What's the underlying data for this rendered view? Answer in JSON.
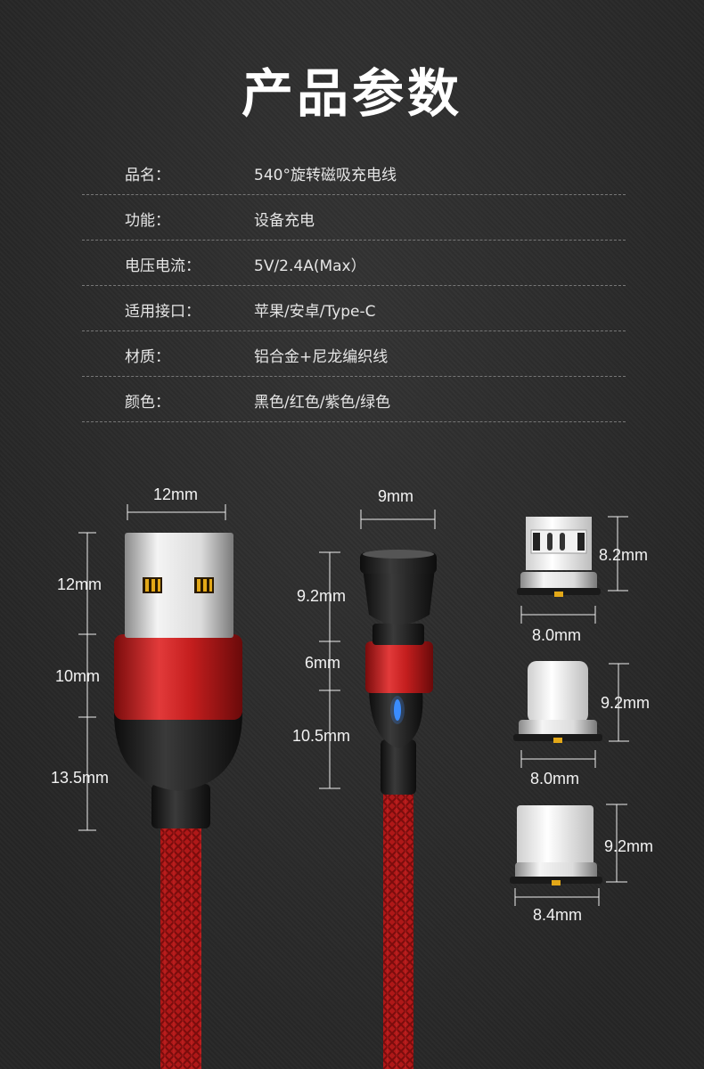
{
  "title": "产品参数",
  "specs": [
    {
      "label": "品名：",
      "value": "540°旋转磁吸充电线"
    },
    {
      "label": "功能：",
      "value": "设备充电"
    },
    {
      "label": "电压电流：",
      "value": "5V/2.4A(Max）"
    },
    {
      "label": "适用接口：",
      "value": "苹果/安卓/Type-C"
    },
    {
      "label": "材质：",
      "value": "铝合金+尼龙编织线"
    },
    {
      "label": "颜色：",
      "value": "黑色/红色/紫色/绿色"
    }
  ],
  "dimensions": {
    "usb_width": "12mm",
    "usb_plug_len": "12mm",
    "usb_ring_len": "10mm",
    "usb_body_len": "13.5mm",
    "mag_width": "9mm",
    "mag_head_len": "9.2mm",
    "mag_ring_len": "6mm",
    "mag_body_len": "10.5mm",
    "micro_height": "8.2mm",
    "micro_width": "8.0mm",
    "lightning_height": "9.2mm",
    "lightning_width": "8.0mm",
    "typec_height": "9.2mm",
    "typec_width": "8.4mm"
  },
  "colors": {
    "accent_red": "#c41e1e",
    "led_blue": "#3a8cff",
    "background": "#2b2b2b"
  }
}
